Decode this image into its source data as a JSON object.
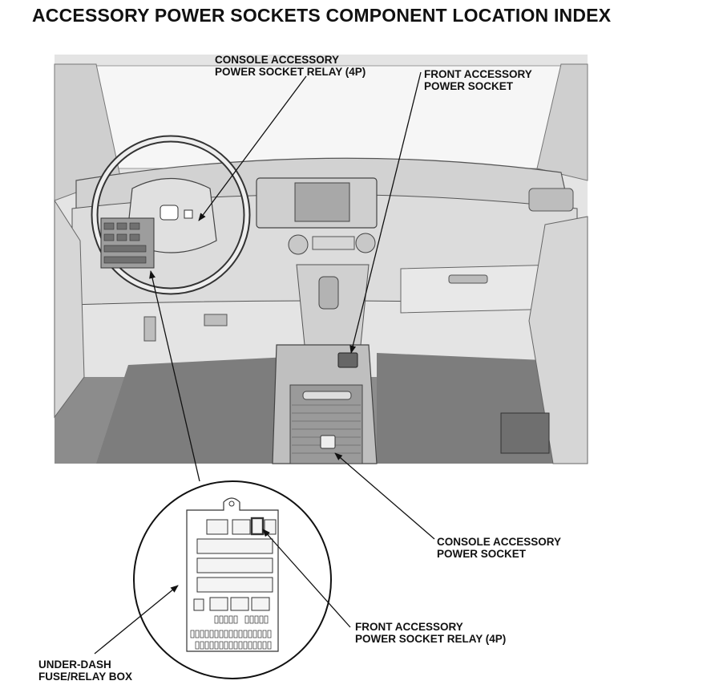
{
  "title": "ACCESSORY POWER SOCKETS COMPONENT LOCATION INDEX",
  "callouts": {
    "console_relay": {
      "line1": "CONSOLE ACCESSORY",
      "line2": "POWER SOCKET RELAY (4P)"
    },
    "front_socket": {
      "line1": "FRONT ACCESSORY",
      "line2": "POWER SOCKET"
    },
    "console_socket": {
      "line1": "CONSOLE ACCESSORY",
      "line2": "POWER SOCKET"
    },
    "front_relay": {
      "line1": "FRONT ACCESSORY",
      "line2": "POWER SOCKET RELAY (4P)"
    },
    "fuse_box": {
      "line1": "UNDER-DASH",
      "line2": "FUSE/RELAY BOX"
    }
  },
  "colors": {
    "interior_bg": "#d9d9d9",
    "outline": "#222222",
    "floor": "#8c8c8c"
  }
}
